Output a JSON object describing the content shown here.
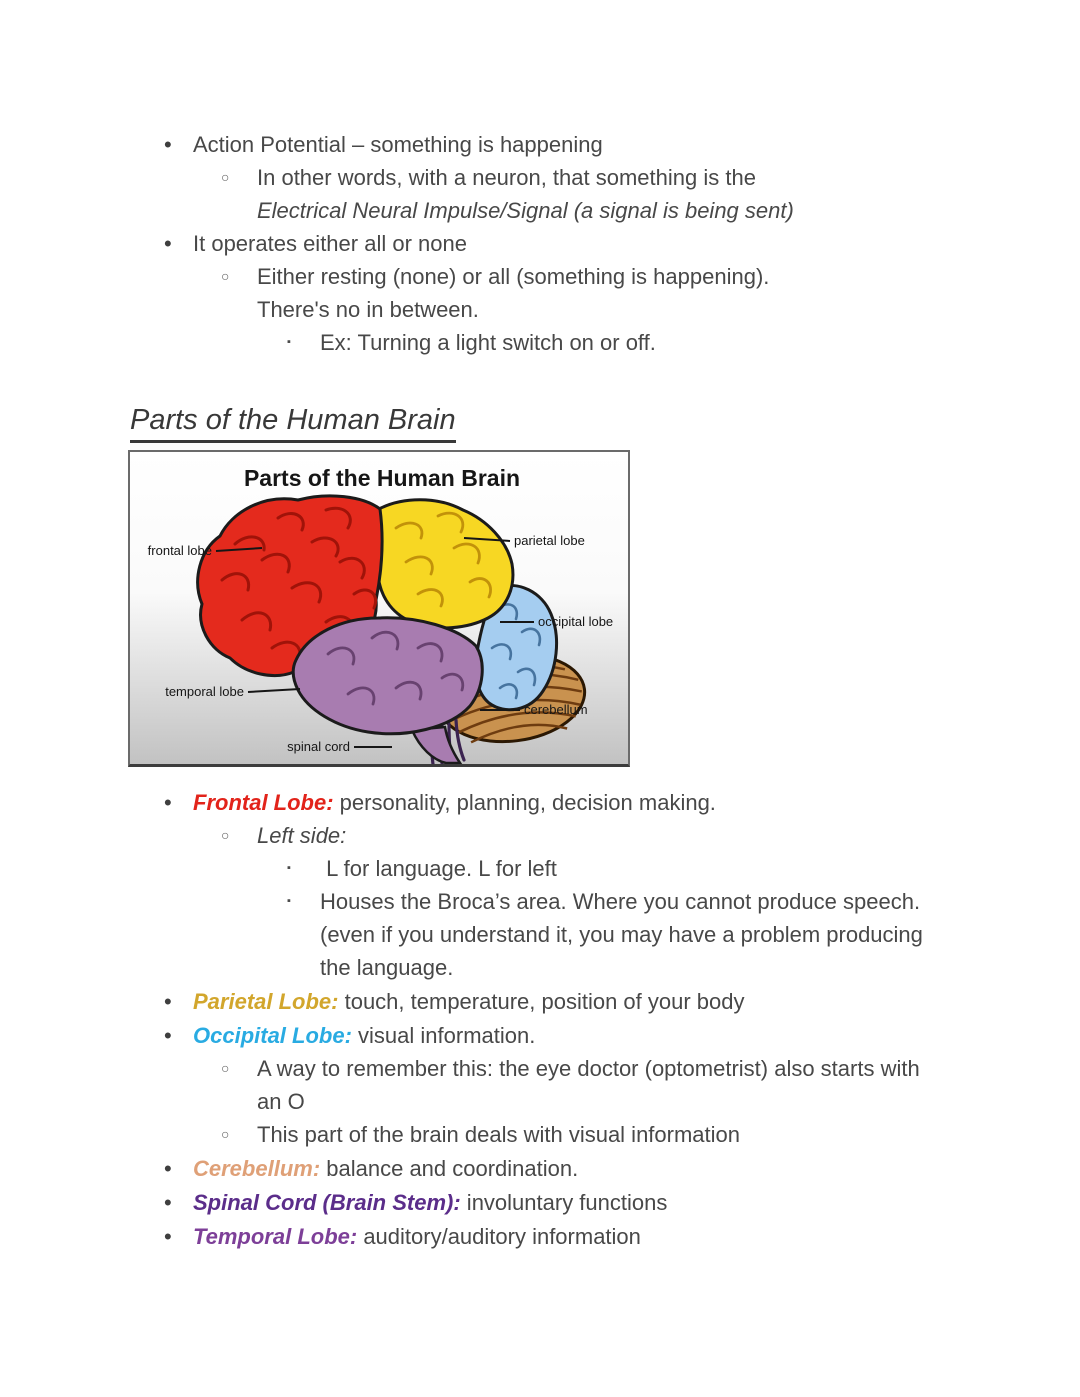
{
  "glyphs": {
    "dot": "•",
    "circle": "○",
    "square": "▪"
  },
  "intro": {
    "b1": "Action Potential – something is happening",
    "b1_sub": "In other words, with a neuron, that something is the",
    "b1_sub_italic": "Electrical Neural Impulse/Signal (a signal is being sent)",
    "b2": "It operates either all or none",
    "b2_sub1": "Either resting (none) or all (something is happening).",
    "b2_sub2": "There's no in between.",
    "b2_ex": "Ex: Turning a light switch on or off."
  },
  "heading": "Parts of the Human Brain",
  "figure": {
    "title": "Parts of the Human Brain",
    "labels": {
      "frontal": "frontal lobe",
      "parietal": "parietal lobe",
      "occipital": "occipital lobe",
      "temporal": "temporal lobe",
      "cerebellum": "cerebellum",
      "spinal": "spinal cord"
    },
    "colors": {
      "frontal": "#e42a1d",
      "parietal": "#f7d723",
      "occipital": "#a5cdf0",
      "temporal": "#a87cb0",
      "cerebellum": "#c9924f",
      "outline": "#1b1b1b"
    }
  },
  "lobes": {
    "frontal": {
      "term": "Frontal Lobe:",
      "desc": " personality, planning, decision making.",
      "color": "#e2231a",
      "left_side": "Left side:",
      "l_for": " L for language. L for left",
      "broca": "Houses the Broca’s area. Where you cannot produce speech. (even if you understand it, you may have a problem producing the language."
    },
    "parietal": {
      "term": "Parietal Lobe:",
      "desc": " touch, temperature, position of your body",
      "color": "#d2a62c"
    },
    "occipital": {
      "term": "Occipital Lobe:",
      "desc": " visual information.",
      "color": "#29abe2",
      "remember": "A way to remember this: the eye doctor (optometrist) also starts with an O",
      "visual": "This part of the brain deals with visual information"
    },
    "cerebellum": {
      "term": "Cerebellum:",
      "desc": " balance and coordination.",
      "color": "#dfa077"
    },
    "spinal": {
      "term": "Spinal Cord (Brain Stem):",
      "desc": " involuntary functions",
      "color": "#5b2d8a"
    },
    "temporal": {
      "term": "Temporal Lobe:",
      "desc": " auditory/auditory information",
      "color": "#7d3f98"
    }
  }
}
